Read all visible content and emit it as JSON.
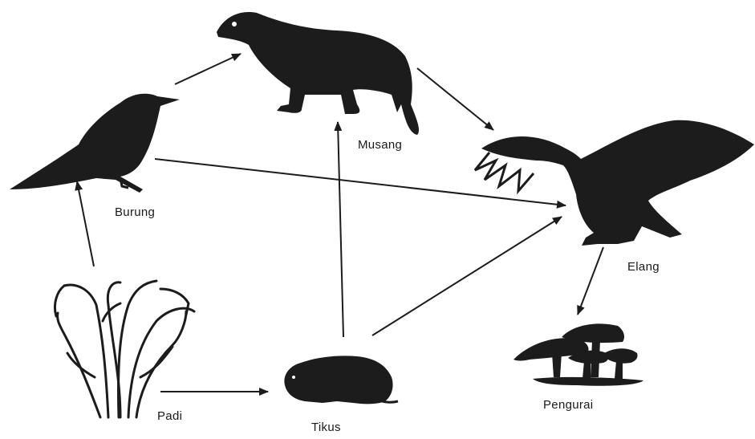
{
  "nodes": [
    {
      "id": "padi",
      "label": "Padi",
      "icon": "rice-plant-icon"
    },
    {
      "id": "burung",
      "label": "Burung",
      "icon": "bird-icon"
    },
    {
      "id": "musang",
      "label": "Musang",
      "icon": "civet-icon"
    },
    {
      "id": "tikus",
      "label": "Tikus",
      "icon": "rat-icon"
    },
    {
      "id": "elang",
      "label": "Elang",
      "icon": "eagle-icon"
    },
    {
      "id": "pengurai",
      "label": "Pengurai",
      "icon": "mushroom-icon"
    }
  ],
  "edges": [
    {
      "from": "padi",
      "to": "burung"
    },
    {
      "from": "padi",
      "to": "tikus"
    },
    {
      "from": "burung",
      "to": "musang"
    },
    {
      "from": "burung",
      "to": "elang"
    },
    {
      "from": "tikus",
      "to": "musang"
    },
    {
      "from": "tikus",
      "to": "elang"
    },
    {
      "from": "musang",
      "to": "elang"
    },
    {
      "from": "elang",
      "to": "pengurai"
    }
  ],
  "colors": {
    "ink": "#1c1c1c",
    "background": "#ffffff"
  }
}
